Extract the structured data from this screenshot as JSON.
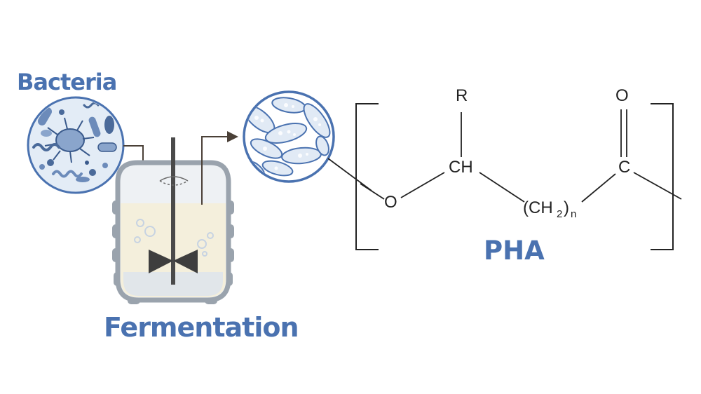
{
  "labels": {
    "bacteria": "Bacteria",
    "fermentation": "Fermentation",
    "product": "PHA"
  },
  "structure": {
    "r_group": "R",
    "ch": "CH",
    "oxygen_single": "O",
    "oxygen_double": "O",
    "carbonyl_c": "C",
    "chain_open": "(CH",
    "chain_sub2": "2",
    "chain_close": ")",
    "chain_subscript": "n"
  },
  "colors": {
    "accent_blue": "#4a72b0",
    "light_blue": "#dbe6f3",
    "vessel_gray": "#9aa3ad",
    "liquid": "#f2eedb",
    "arrow": "#4a4037"
  },
  "icons": {
    "bacteria_circle": "bacteria-cluster-icon",
    "granules_circle": "pha-granules-icon",
    "reactor": "bioreactor-icon"
  }
}
